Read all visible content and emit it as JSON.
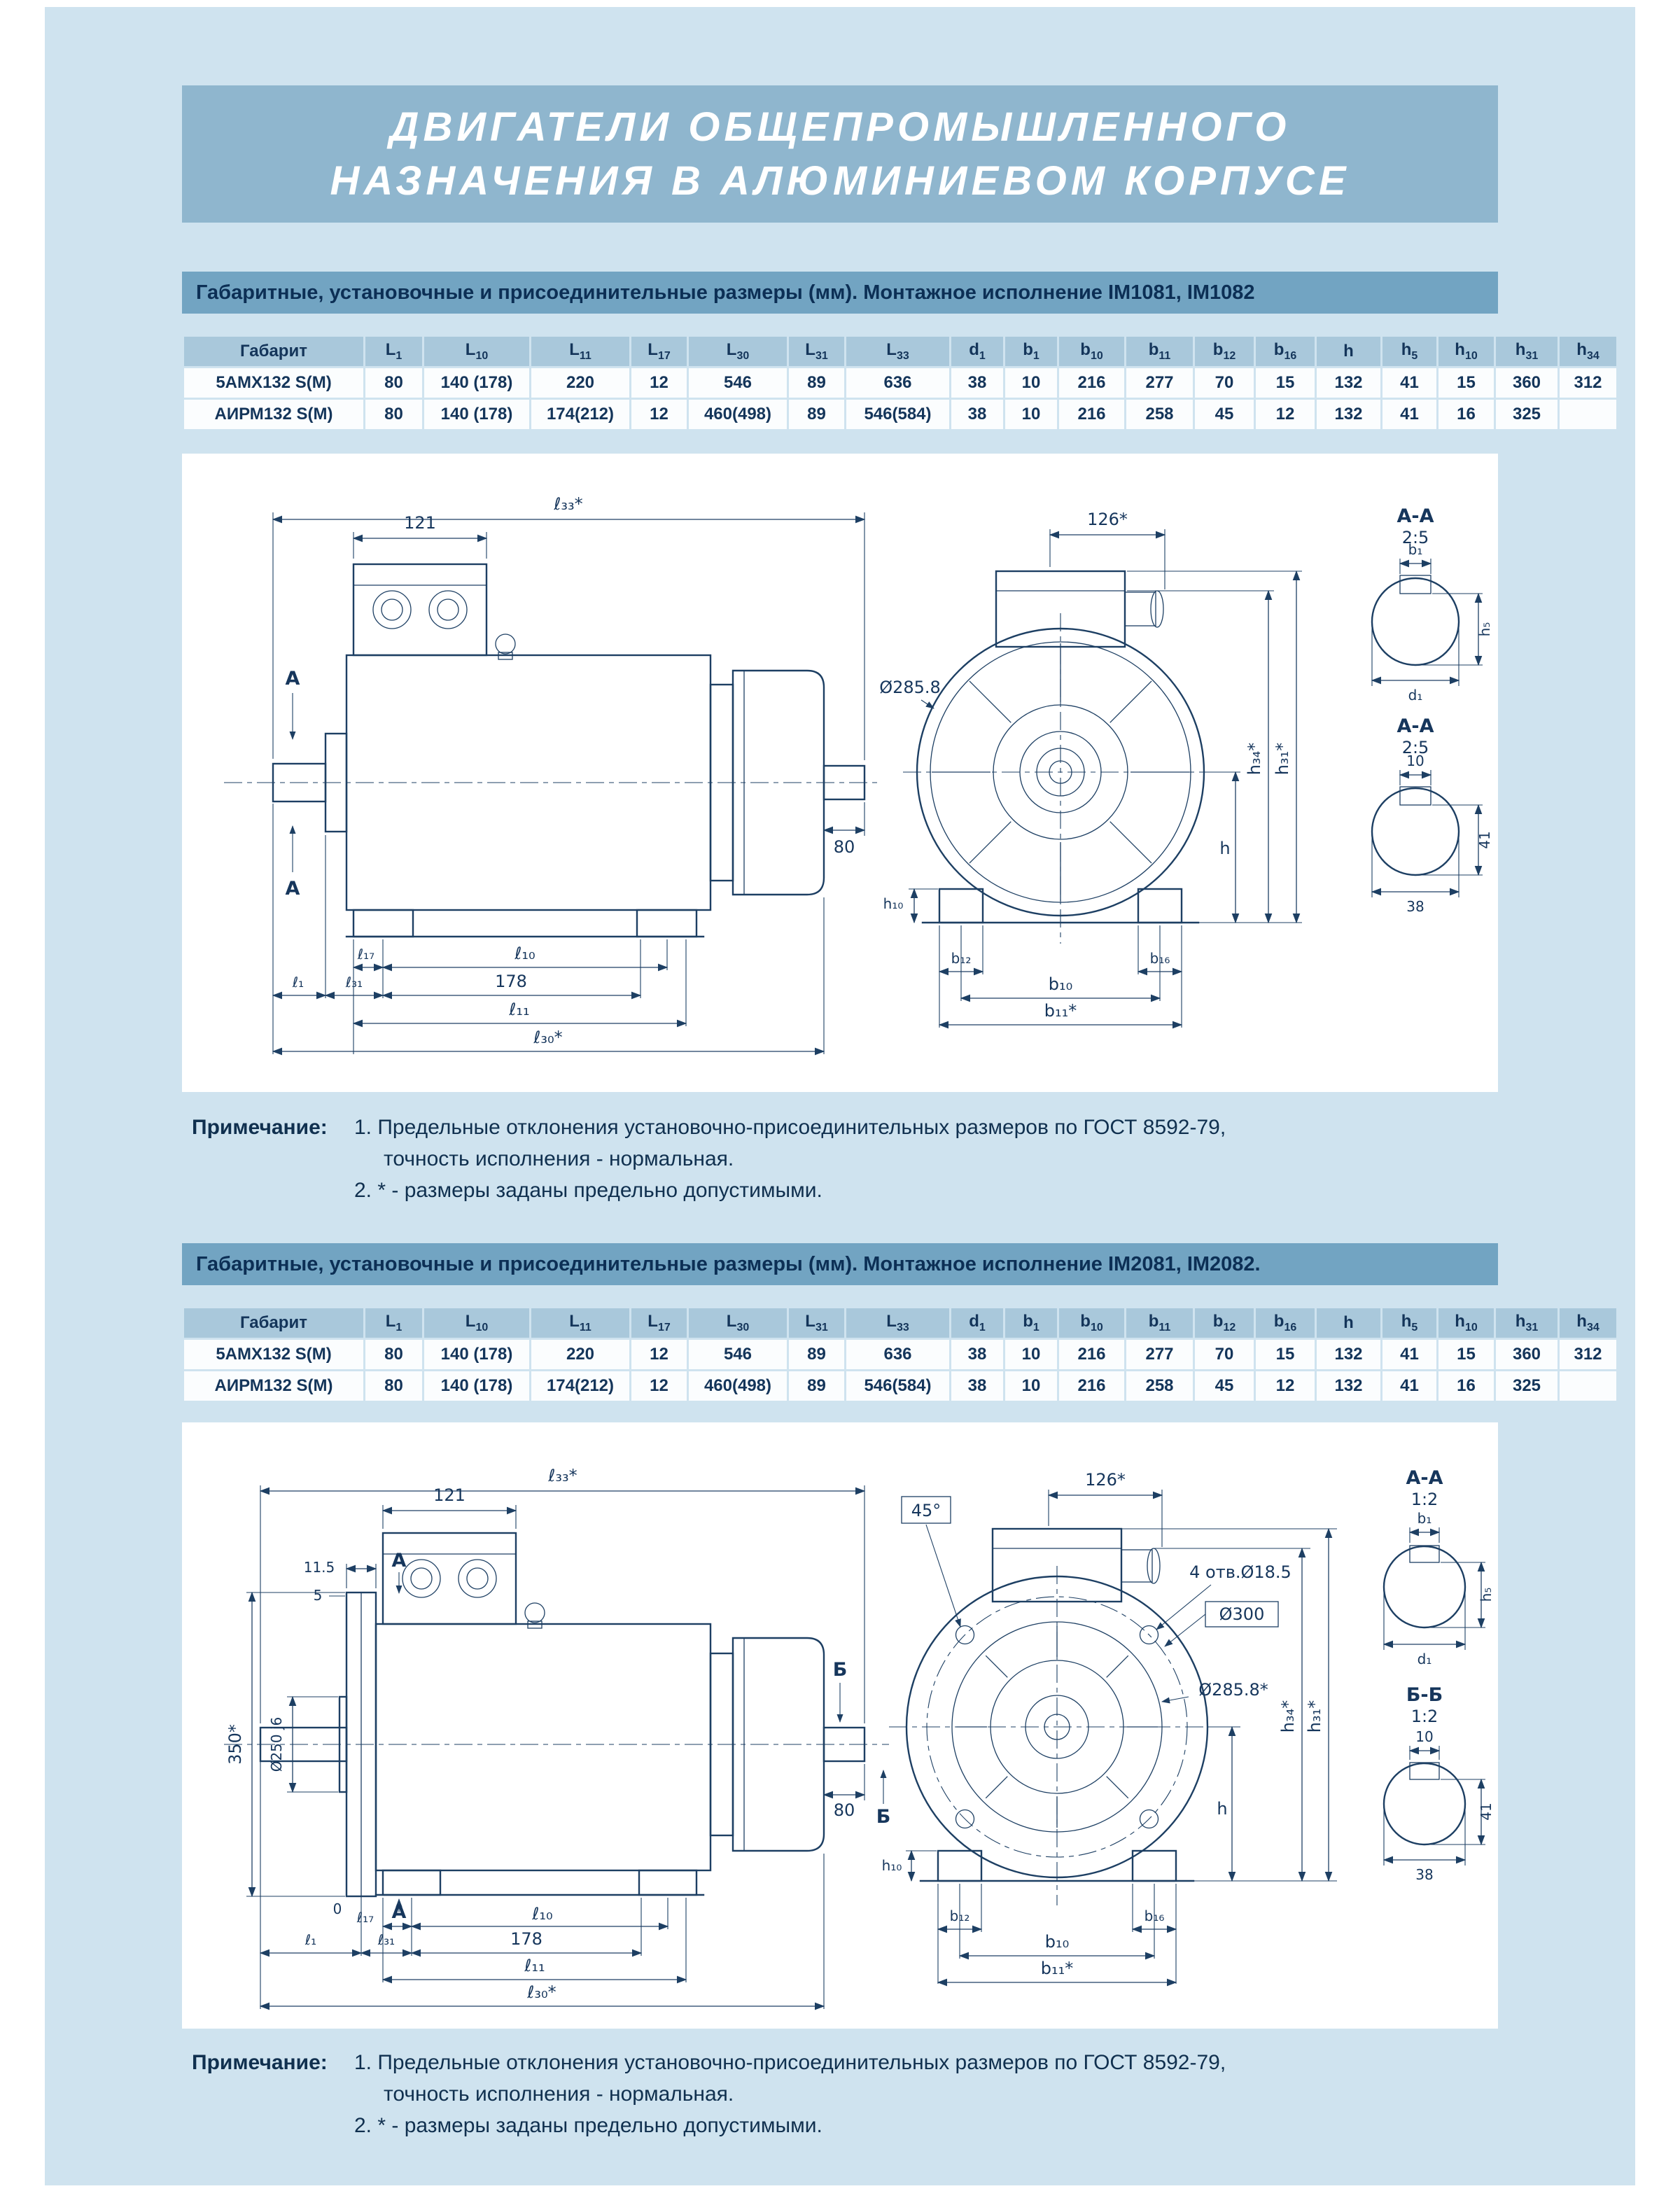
{
  "colors": {
    "page_bg": "#cfe3ef",
    "banner_bg": "#8fb6ce",
    "section_bar_bg": "#72a4c2",
    "table_header_bg": "#a9c8db",
    "text_navy": "#14355a",
    "drawing_line": "#1d3f63"
  },
  "banner": {
    "line1": "ДВИГАТЕЛИ ОБЩЕПРОМЫШЛЕННОГО",
    "line2": "НАЗНАЧЕНИЯ В АЛЮМИНИЕВОМ КОРПУСЕ"
  },
  "section1": {
    "header": "Габаритные, установочные и присоединительные размеры (мм). Монтажное исполнение IM1081, IM1082",
    "table": {
      "columns": [
        [
          "Габарит",
          ""
        ],
        [
          "L",
          "1"
        ],
        [
          "L",
          "10"
        ],
        [
          "L",
          "11"
        ],
        [
          "L",
          "17"
        ],
        [
          "L",
          "30"
        ],
        [
          "L",
          "31"
        ],
        [
          "L",
          "33"
        ],
        [
          "d",
          "1"
        ],
        [
          "b",
          "1"
        ],
        [
          "b",
          "10"
        ],
        [
          "b",
          "11"
        ],
        [
          "b",
          "12"
        ],
        [
          "b",
          "16"
        ],
        [
          "h",
          ""
        ],
        [
          "h",
          "5"
        ],
        [
          "h",
          "10"
        ],
        [
          "h",
          "31"
        ],
        [
          "h",
          "34"
        ]
      ],
      "rows": [
        [
          "5АМХ132 S(М)",
          "80",
          "140 (178)",
          "220",
          "12",
          "546",
          "89",
          "636",
          "38",
          "10",
          "216",
          "277",
          "70",
          "15",
          "132",
          "41",
          "15",
          "360",
          "312"
        ],
        [
          "АИРМ132 S(М)",
          "80",
          "140 (178)",
          "174(212)",
          "12",
          "460(498)",
          "89",
          "546(584)",
          "38",
          "10",
          "216",
          "258",
          "45",
          "12",
          "132",
          "41",
          "16",
          "325",
          ""
        ]
      ]
    },
    "note_label": "Примечание:",
    "notes": [
      "1. Предельные отклонения установочно-присоединительных размеров по ГОСТ 8592-79,",
      "точность исполнения - нормальная.",
      "2. * - размеры заданы предельно допустимыми."
    ]
  },
  "section2": {
    "header": "Габаритные, установочные и присоединительные размеры (мм). Монтажное исполнение IM2081, IM2082.",
    "table": {
      "columns": [
        [
          "Габарит",
          ""
        ],
        [
          "L",
          "1"
        ],
        [
          "L",
          "10"
        ],
        [
          "L",
          "11"
        ],
        [
          "L",
          "17"
        ],
        [
          "L",
          "30"
        ],
        [
          "L",
          "31"
        ],
        [
          "L",
          "33"
        ],
        [
          "d",
          "1"
        ],
        [
          "b",
          "1"
        ],
        [
          "b",
          "10"
        ],
        [
          "b",
          "11"
        ],
        [
          "b",
          "12"
        ],
        [
          "b",
          "16"
        ],
        [
          "h",
          ""
        ],
        [
          "h",
          "5"
        ],
        [
          "h",
          "10"
        ],
        [
          "h",
          "31"
        ],
        [
          "h",
          "34"
        ]
      ],
      "rows": [
        [
          "5АМХ132 S(М)",
          "80",
          "140 (178)",
          "220",
          "12",
          "546",
          "89",
          "636",
          "38",
          "10",
          "216",
          "277",
          "70",
          "15",
          "132",
          "41",
          "15",
          "360",
          "312"
        ],
        [
          "АИРМ132 S(М)",
          "80",
          "140 (178)",
          "174(212)",
          "12",
          "460(498)",
          "89",
          "546(584)",
          "38",
          "10",
          "216",
          "258",
          "45",
          "12",
          "132",
          "41",
          "16",
          "325",
          ""
        ]
      ]
    },
    "note_label": "Примечание:",
    "notes": [
      "1. Предельные отклонения установочно-присоединительных размеров по ГОСТ 8592-79,",
      "точность исполнения - нормальная.",
      "2. * - размеры заданы предельно допустимыми."
    ]
  },
  "drawing1": {
    "labels": {
      "l33": "ℓ₃₃*",
      "d121": "121",
      "a_mark": "А",
      "d80": "80",
      "l17": "ℓ₁₇",
      "l10": "ℓ₁₀",
      "l1": "ℓ₁",
      "l31": "ℓ₃₁",
      "d178": "178",
      "l11": "ℓ₁₁",
      "l30": "ℓ₃₀*",
      "d126": "126*",
      "dia": "Ø285.8",
      "h34": "h₃₄*",
      "h31": "h₃₁*",
      "h": "h",
      "h10": "h₁₀",
      "b12": "b₁₂",
      "b16": "b₁₆",
      "b10": "b₁₀",
      "b11": "b₁₁*",
      "sec": "А-А",
      "scale": "2:5",
      "b1": "b₁",
      "h5": "h₅",
      "d1": "d₁",
      "k10": "10",
      "k41": "41",
      "k38": "38"
    }
  },
  "drawing2": {
    "labels": {
      "l33": "ℓ₃₃*",
      "d121": "121",
      "d115": "11.5",
      "d5": "5",
      "d350": "350*",
      "dia250": "Ø250 j6",
      "zero": "0",
      "a_mark": "А",
      "b_mark": "Б",
      "d80": "80",
      "l17": "ℓ₁₇",
      "l10": "ℓ₁₀",
      "l1": "ℓ₁",
      "l31": "ℓ₃₁",
      "d178": "178",
      "l11": "ℓ₁₁",
      "l30": "ℓ₃₀*",
      "d45": "45°",
      "d126": "126*",
      "holes": "4 отв.Ø18.5",
      "dia300": "Ø300",
      "dia2858": "Ø285.8*",
      "h34": "h₃₄*",
      "h31": "h₃₁*",
      "h": "h",
      "h10": "h₁₀",
      "b12": "b₁₂",
      "b16": "b₁₆",
      "b10": "b₁₀",
      "b11": "b₁₁*",
      "secA": "А-А",
      "scaleA": "1:2",
      "b1": "b₁",
      "h5": "h₅",
      "d1": "d₁",
      "secB": "Б-Б",
      "scaleB": "1:2",
      "k10": "10",
      "k41": "41",
      "k38": "38"
    }
  }
}
